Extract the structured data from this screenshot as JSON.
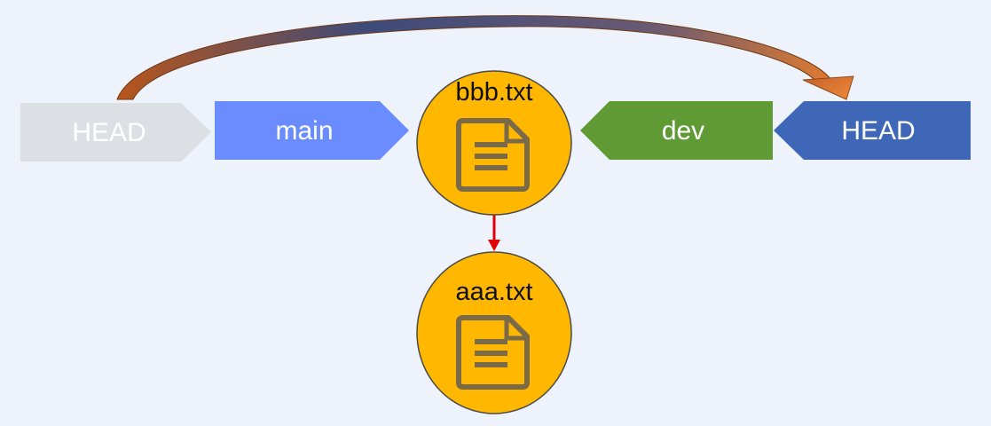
{
  "pointers": {
    "head_old": {
      "label": "HEAD",
      "color": "#dcdfe3",
      "text_color": "#ffffff"
    },
    "main": {
      "label": "main",
      "color": "#6b8cff"
    },
    "dev": {
      "label": "dev",
      "color": "#5f9a35"
    },
    "head_new": {
      "label": "HEAD",
      "color": "#3f67b8"
    }
  },
  "commits": [
    {
      "label": "bbb.txt",
      "icon": "file-document-icon",
      "color": "#ffb700"
    },
    {
      "label": "aaa.txt",
      "icon": "file-document-icon",
      "color": "#ffb700"
    }
  ],
  "edges": {
    "parent_arrow_color": "#e00000",
    "head_move_arrow_color": "#c0621e"
  }
}
